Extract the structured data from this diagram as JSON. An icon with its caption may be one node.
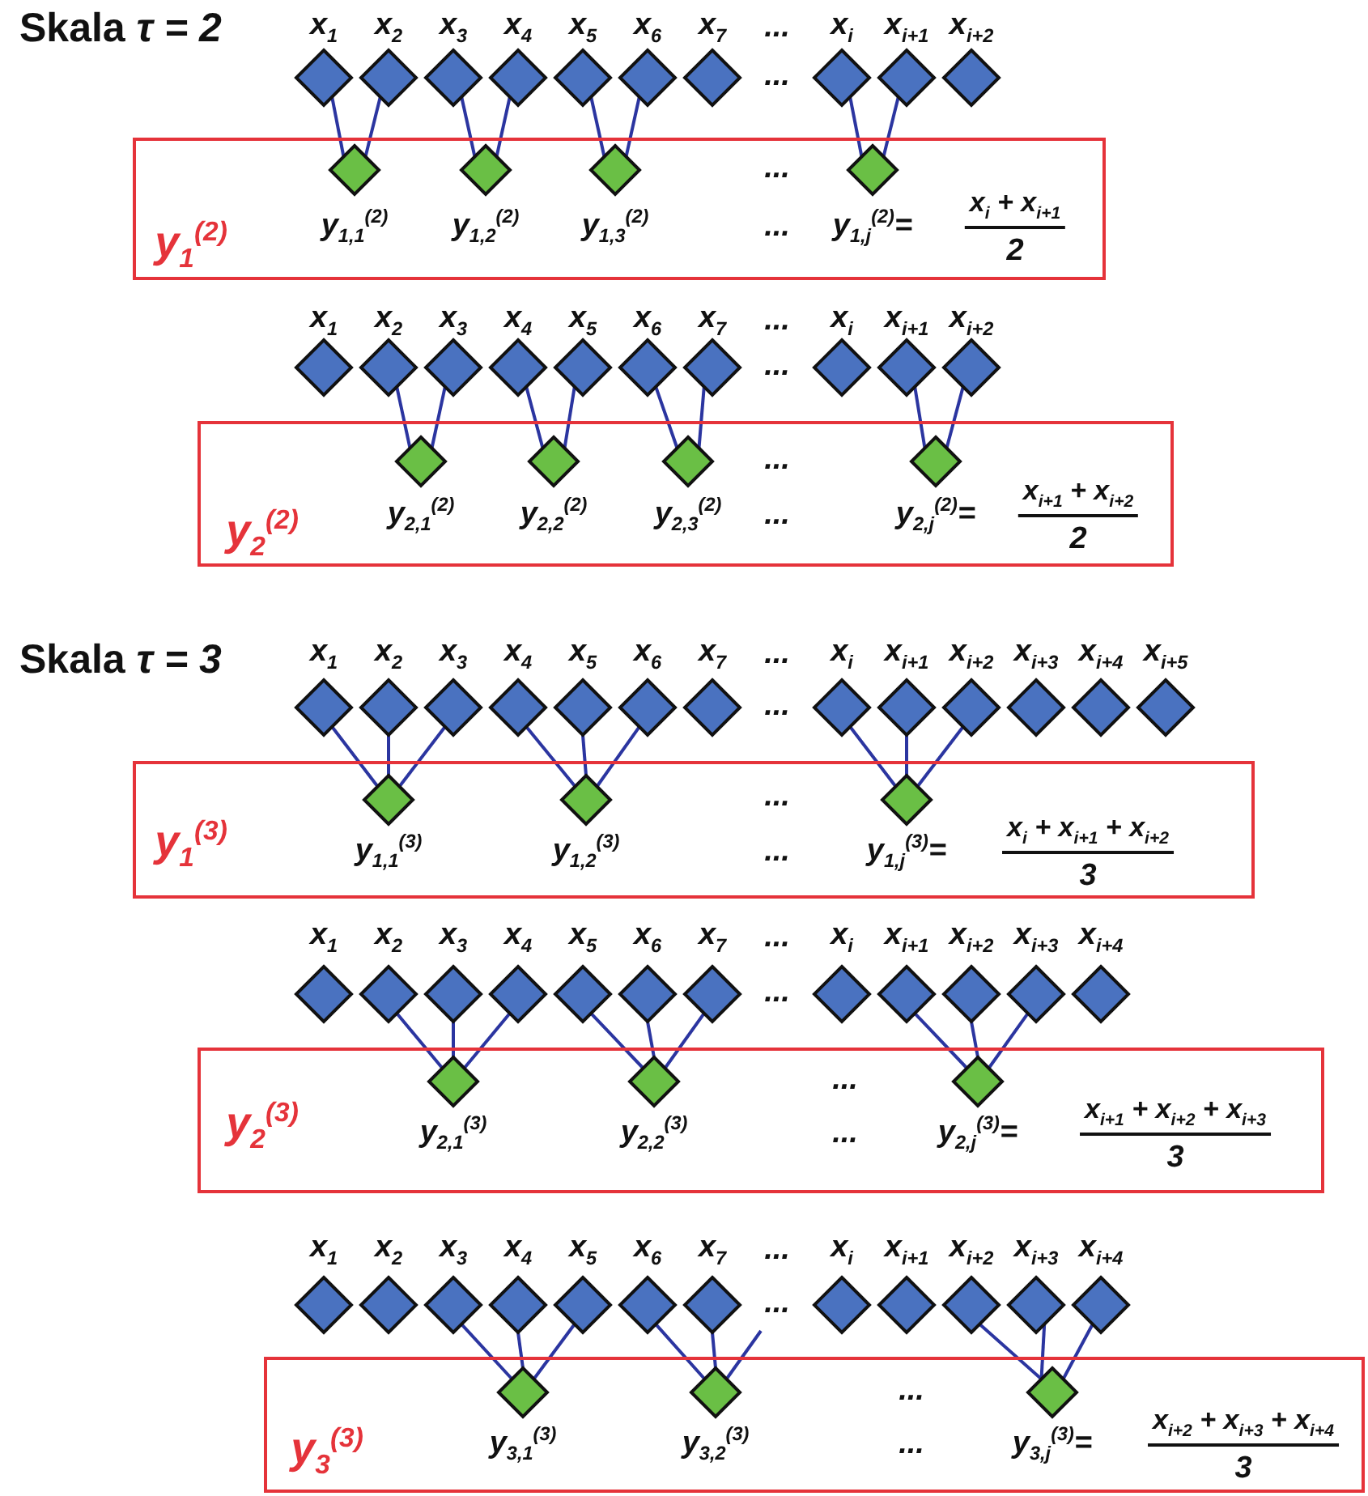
{
  "diagram": {
    "nodes": [
      {
        "text": [],
        "shape": "diamond",
        "beside": [
          "x$_{1}$"
        ]
      },
      {
        "text": [],
        "shape": "diamond",
        "beside": [
          "x$_{2}$"
        ]
      },
      {
        "text": [],
        "shape": "diamond",
        "beside": [
          "x$_{3}$"
        ]
      },
      {
        "text": [],
        "shape": "diamond",
        "beside": [
          "x$_{4}$"
        ]
      },
      {
        "text": [],
        "shape": "diamond",
        "beside": [
          "x$_{5}$"
        ]
      },
      {
        "text": [],
        "shape": "diamond",
        "beside": [
          "x$_{6}$"
        ]
      },
      {
        "text": [],
        "shape": "diamond",
        "beside": [
          "x$_{7}$"
        ]
      },
      {
        "text": [],
        "shape": "diamond",
        "beside": [
          "x$_{i}$"
        ]
      },
      {
        "text": [],
        "shape": "diamond",
        "beside": [
          "x$_{i+1}$"
        ]
      },
      {
        "text": [],
        "shape": "diamond",
        "beside": [
          "x$_{i+2}$"
        ]
      },
      {
        "text": [
          "y$_{1}$$^{(2)}$"
        ]
      },
      {
        "text": [],
        "shape": "diamond",
        "in": 10,
        "beside": [
          "y$_{1,1}$$^{(2)}$"
        ]
      },
      {
        "text": [],
        "shape": "diamond",
        "in": 10,
        "beside": [
          "y$_{1,2}$$^{(2)}$"
        ]
      },
      {
        "text": [],
        "shape": "diamond",
        "in": 10,
        "beside": [
          "y$_{1,3}$$^{(2)}$"
        ]
      },
      {
        "text": [],
        "shape": "diamond",
        "in": 10,
        "beside": [
          "y$_{1,j}$$^{(2)}$=",
          "x$_{i}$ + x$_{i+1}$",
          "2"
        ]
      },
      {
        "text": [],
        "shape": "diamond",
        "beside": [
          "x$_{1}$"
        ]
      },
      {
        "text": [],
        "shape": "diamond",
        "beside": [
          "x$_{2}$"
        ]
      },
      {
        "text": [],
        "shape": "diamond",
        "beside": [
          "x$_{3}$"
        ]
      },
      {
        "text": [],
        "shape": "diamond",
        "beside": [
          "x$_{4}$"
        ]
      },
      {
        "text": [],
        "shape": "diamond",
        "beside": [
          "x$_{5}$"
        ]
      },
      {
        "text": [],
        "shape": "diamond",
        "beside": [
          "x$_{6}$"
        ]
      },
      {
        "text": [],
        "shape": "diamond",
        "beside": [
          "x$_{7}$"
        ]
      },
      {
        "text": [],
        "shape": "diamond",
        "beside": [
          "x$_{i}$"
        ]
      },
      {
        "text": [],
        "shape": "diamond",
        "beside": [
          "x$_{i+1}$"
        ]
      },
      {
        "text": [],
        "shape": "diamond",
        "beside": [
          "x$_{i+2}$"
        ]
      },
      {
        "text": [
          "y$_{2}$$^{(2)}$"
        ]
      },
      {
        "text": [],
        "shape": "diamond",
        "in": 25,
        "beside": [
          "y$_{2,1}$$^{(2)}$"
        ]
      },
      {
        "text": [],
        "shape": "diamond",
        "in": 25,
        "beside": [
          "y$_{2,2}$$^{(2)}$"
        ]
      },
      {
        "text": [],
        "shape": "diamond",
        "in": 25,
        "beside": [
          "y$_{2,3}$$^{(2)}$"
        ]
      },
      {
        "text": [],
        "shape": "diamond",
        "in": 25,
        "beside": [
          "y$_{2,j}$$^{(2)}$=",
          "x$_{i+1}$ + x$_{i+2}$",
          "2"
        ]
      },
      {
        "text": [],
        "shape": "diamond",
        "beside": [
          "x$_{1}$"
        ]
      },
      {
        "text": [],
        "shape": "diamond",
        "beside": [
          "x$_{2}$"
        ]
      },
      {
        "text": [],
        "shape": "diamond",
        "beside": [
          "x$_{3}$"
        ]
      },
      {
        "text": [],
        "shape": "diamond",
        "beside": [
          "x$_{4}$"
        ]
      },
      {
        "text": [],
        "shape": "diamond",
        "beside": [
          "x$_{5}$"
        ]
      },
      {
        "text": [],
        "shape": "diamond",
        "beside": [
          "x$_{6}$"
        ]
      },
      {
        "text": [],
        "shape": "diamond",
        "beside": [
          "x$_{7}$"
        ]
      },
      {
        "text": [],
        "shape": "diamond",
        "beside": [
          "x$_{i}$"
        ]
      },
      {
        "text": [],
        "shape": "diamond",
        "beside": [
          "x$_{i+1}$"
        ]
      },
      {
        "text": [],
        "shape": "diamond",
        "beside": [
          "x$_{i+2}$"
        ]
      },
      {
        "text": [],
        "shape": "diamond",
        "beside": [
          "x$_{i+3}$"
        ]
      },
      {
        "text": [],
        "shape": "diamond",
        "beside": [
          "x$_{i+4}$"
        ]
      },
      {
        "text": [],
        "shape": "diamond",
        "beside": [
          "x$_{i+5}$"
        ]
      },
      {
        "text": [
          "y$_{1}$$^{(3)}$"
        ]
      },
      {
        "text": [],
        "shape": "diamond",
        "in": 43,
        "beside": [
          "y$_{1,1}$$^{(3)}$"
        ]
      },
      {
        "text": [],
        "shape": "diamond",
        "in": 43,
        "beside": [
          "y$_{1,2}$$^{(3)}$"
        ]
      },
      {
        "text": [],
        "shape": "diamond",
        "in": 43,
        "beside": [
          "y$_{1,j}$$^{(3)}$=",
          "x$_{i}$ + x$_{i+1}$ + x$_{i+2}$",
          "3"
        ]
      },
      {
        "text": [],
        "shape": "diamond",
        "beside": [
          "x$_{1}$"
        ]
      },
      {
        "text": [],
        "shape": "diamond",
        "beside": [
          "x$_{2}$"
        ]
      },
      {
        "text": [],
        "shape": "diamond",
        "beside": [
          "x$_{3}$"
        ]
      },
      {
        "text": [],
        "shape": "diamond",
        "beside": [
          "x$_{4}$"
        ]
      },
      {
        "text": [],
        "shape": "diamond",
        "beside": [
          "x$_{5}$"
        ]
      },
      {
        "text": [],
        "shape": "diamond",
        "beside": [
          "x$_{6}$"
        ]
      },
      {
        "text": [],
        "shape": "diamond",
        "beside": [
          "x$_{7}$"
        ]
      },
      {
        "text": [],
        "shape": "diamond",
        "beside": [
          "x$_{i}$"
        ]
      },
      {
        "text": [],
        "shape": "diamond",
        "beside": [
          "x$_{i+1}$"
        ]
      },
      {
        "text": [],
        "shape": "diamond",
        "beside": [
          "x$_{i+2}$"
        ]
      },
      {
        "text": [],
        "shape": "diamond",
        "beside": [
          "x$_{i+3}$"
        ]
      },
      {
        "text": [],
        "shape": "diamond",
        "beside": [
          "x$_{i+4}$"
        ]
      },
      {
        "text": [
          "y$_{2}$$^{(3)}$"
        ]
      },
      {
        "text": [],
        "shape": "diamond",
        "in": 59,
        "beside": [
          "y$_{2,1}$$^{(3)}$"
        ]
      },
      {
        "text": [],
        "shape": "diamond",
        "in": 59,
        "beside": [
          "y$_{2,2}$$^{(3)}$"
        ]
      },
      {
        "text": [],
        "shape": "diamond",
        "in": 59,
        "beside": [
          "y$_{2,j}$$^{(3)}$=",
          "x$_{i+1}$ + x$_{i+2}$ + x$_{i+3}$",
          "3"
        ]
      },
      {
        "text": [],
        "shape": "diamond",
        "beside": [
          "x$_{1}$"
        ]
      },
      {
        "text": [],
        "shape": "diamond",
        "beside": [
          "x$_{2}$"
        ]
      },
      {
        "text": [],
        "shape": "diamond",
        "beside": [
          "x$_{3}$"
        ]
      },
      {
        "text": [],
        "shape": "diamond",
        "beside": [
          "x$_{4}$"
        ]
      },
      {
        "text": [],
        "shape": "diamond",
        "beside": [
          "x$_{5}$"
        ]
      },
      {
        "text": [],
        "shape": "diamond",
        "beside": [
          "x$_{6}$"
        ]
      },
      {
        "text": [],
        "shape": "diamond",
        "beside": [
          "x$_{7}$"
        ]
      },
      {
        "text": [],
        "shape": "diamond",
        "beside": [
          "x$_{i}$"
        ]
      },
      {
        "text": [],
        "shape": "diamond",
        "beside": [
          "x$_{i+1}$"
        ]
      },
      {
        "text": [],
        "shape": "diamond",
        "beside": [
          "x$_{i+2}$"
        ]
      },
      {
        "text": [],
        "shape": "diamond",
        "beside": [
          "x$_{i+3}$"
        ]
      },
      {
        "text": [],
        "shape": "diamond",
        "beside": [
          "x$_{i+4}$"
        ]
      },
      {
        "text": [
          "y$_{3}$$^{(3)}$"
        ]
      },
      {
        "text": [],
        "shape": "diamond",
        "in": 75,
        "beside": [
          "y$_{3,1}$$^{(3)}$"
        ]
      },
      {
        "text": [],
        "shape": "diamond",
        "in": 75,
        "beside": [
          "y$_{3,2}$$^{(3)}$"
        ]
      },
      {
        "text": [],
        "shape": "diamond",
        "in": 75,
        "beside": [
          "y$_{3,j}$$^{(3)}$=",
          "x$_{i+2}$ + x$_{i+3}$ + x$_{i+4}$",
          "3"
        ]
      }
    ],
    "edges": [
      {
        "from": 0,
        "to": 11,
        "arrow": "none"
      },
      {
        "from": 1,
        "to": 11,
        "arrow": "none"
      },
      {
        "from": 2,
        "to": 12,
        "arrow": "none"
      },
      {
        "from": 3,
        "to": 12,
        "arrow": "none"
      },
      {
        "from": 4,
        "to": 13,
        "arrow": "none"
      },
      {
        "from": 5,
        "to": 13,
        "arrow": "none"
      },
      {
        "from": 7,
        "to": 14,
        "arrow": "none"
      },
      {
        "from": 8,
        "to": 14,
        "arrow": "none"
      },
      {
        "from": 16,
        "to": 26,
        "arrow": "none"
      },
      {
        "from": 17,
        "to": 26,
        "arrow": "none"
      },
      {
        "from": 18,
        "to": 27,
        "arrow": "none"
      },
      {
        "from": 19,
        "to": 27,
        "arrow": "none"
      },
      {
        "from": 20,
        "to": 28,
        "arrow": "none"
      },
      {
        "from": 21,
        "to": 28,
        "arrow": "none"
      },
      {
        "from": 23,
        "to": 29,
        "arrow": "none"
      },
      {
        "from": 24,
        "to": 29,
        "arrow": "none"
      },
      {
        "from": 30,
        "to": 44,
        "arrow": "none"
      },
      {
        "from": 31,
        "to": 44,
        "arrow": "none"
      },
      {
        "from": 32,
        "to": 44,
        "arrow": "none"
      },
      {
        "from": 33,
        "to": 45,
        "arrow": "none"
      },
      {
        "from": 34,
        "to": 45,
        "arrow": "none"
      },
      {
        "from": 35,
        "to": 45,
        "arrow": "none"
      },
      {
        "from": 37,
        "to": 46,
        "arrow": "none"
      },
      {
        "from": 38,
        "to": 46,
        "arrow": "none"
      },
      {
        "from": 39,
        "to": 46,
        "arrow": "none"
      },
      {
        "from": 48,
        "to": 60,
        "arrow": "none"
      },
      {
        "from": 49,
        "to": 60,
        "arrow": "none"
      },
      {
        "from": 50,
        "to": 60,
        "arrow": "none"
      },
      {
        "from": 51,
        "to": 61,
        "arrow": "none"
      },
      {
        "from": 52,
        "to": 61,
        "arrow": "none"
      },
      {
        "from": 53,
        "to": 61,
        "arrow": "none"
      },
      {
        "from": 55,
        "to": 62,
        "arrow": "none"
      },
      {
        "from": 56,
        "to": 62,
        "arrow": "none"
      },
      {
        "from": 57,
        "to": 62,
        "arrow": "none"
      },
      {
        "from": 65,
        "to": 76,
        "arrow": "none"
      },
      {
        "from": 66,
        "to": 76,
        "arrow": "none"
      },
      {
        "from": 67,
        "to": 76,
        "arrow": "none"
      },
      {
        "from": 68,
        "to": 77,
        "arrow": "none"
      },
      {
        "from": 69,
        "to": 77,
        "arrow": "none"
      },
      {
        "from": null,
        "to": 77,
        "arrow": "none"
      },
      {
        "from": 72,
        "to": 78,
        "arrow": "none"
      },
      {
        "from": 73,
        "to": 78,
        "arrow": "none"
      },
      {
        "from": 74,
        "to": 78,
        "arrow": "none"
      }
    ],
    "labels": [
      "Skala *τ = 2*",
      "...",
      "...",
      "...",
      "...",
      "...",
      "...",
      "...",
      "...",
      "Skala *τ = 3*",
      "...",
      "...",
      "...",
      "...",
      "...",
      "...",
      "...",
      "...",
      "...",
      "...",
      "...",
      "..."
    ]
  }
}
